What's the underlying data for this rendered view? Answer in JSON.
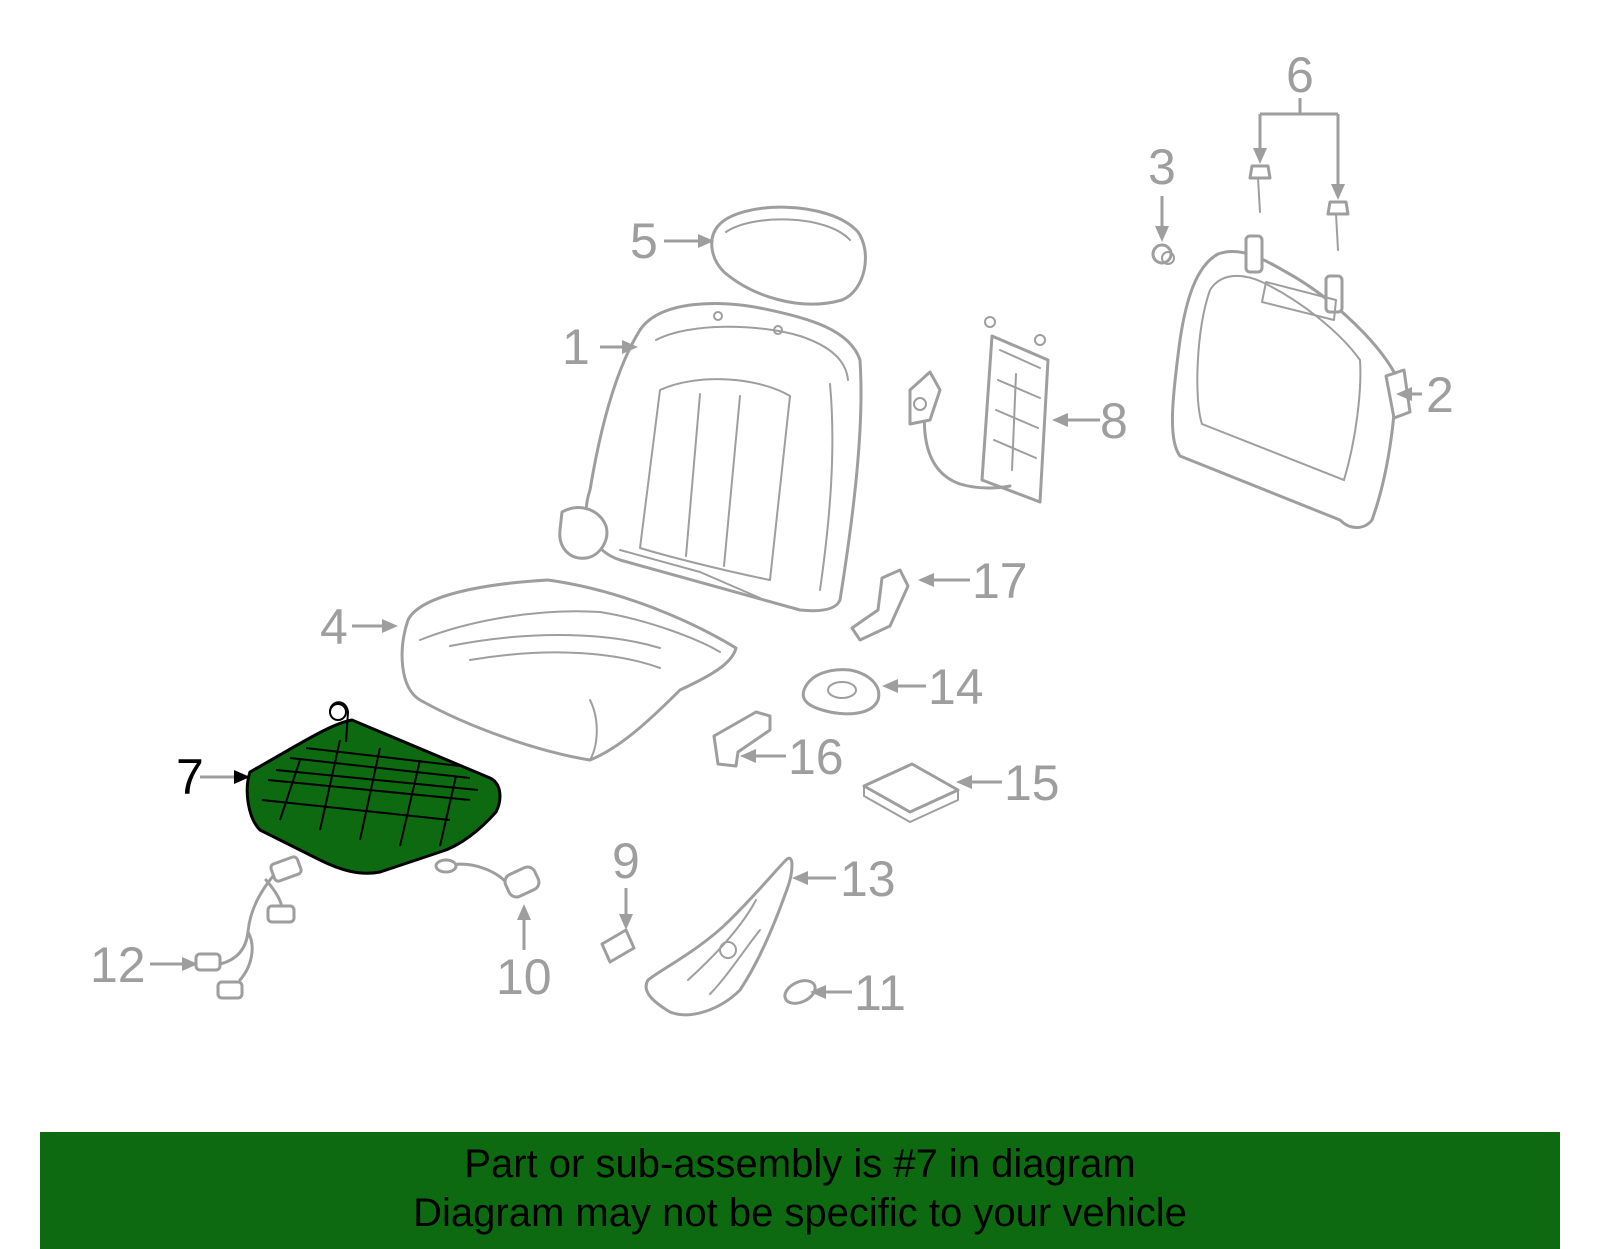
{
  "callouts": {
    "c1": "1",
    "c2": "2",
    "c3": "3",
    "c4": "4",
    "c5": "5",
    "c6": "6",
    "c7": "7",
    "c8": "8",
    "c9": "9",
    "c10": "10",
    "c11": "11",
    "c12": "12",
    "c13": "13",
    "c14": "14",
    "c15": "15",
    "c16": "16",
    "c17": "17"
  },
  "highlight": {
    "part": "7",
    "color": "#0e6a10"
  },
  "banner": {
    "line1": "Part or sub-assembly is #7 in diagram",
    "line2": "Diagram may not be specific to your vehicle",
    "background": "#0e6a10"
  }
}
